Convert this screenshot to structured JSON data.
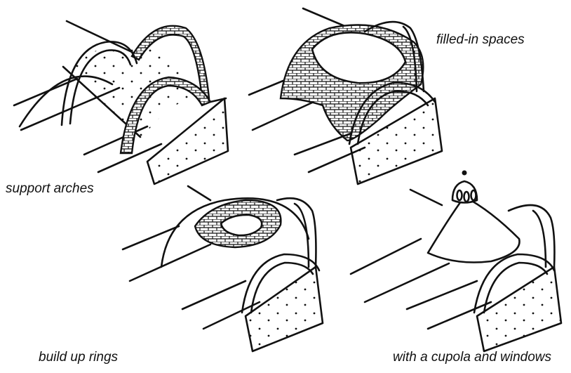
{
  "captions": {
    "support_arches": "support arches",
    "filled_in_spaces": "filled-in spaces",
    "build_up_rings": "build up rings",
    "cupola_windows": "with a cupola and windows"
  }
}
